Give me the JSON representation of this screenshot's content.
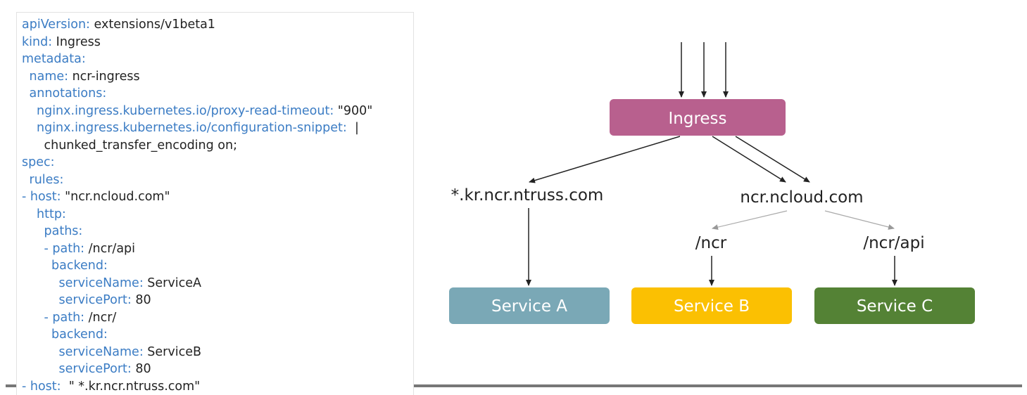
{
  "code": {
    "lines": [
      {
        "key": "apiVersion:",
        "value": " extensions/v1beta1",
        "indent": 0
      },
      {
        "key": "kind:",
        "value": " Ingress",
        "indent": 0
      },
      {
        "key": "metadata:",
        "value": "",
        "indent": 0
      },
      {
        "key": "name:",
        "value": " ncr-ingress",
        "indent": 1
      },
      {
        "key": "annotations:",
        "value": "",
        "indent": 1
      },
      {
        "key": "nginx.ingress.kubernetes.io/proxy-read-timeout:",
        "value": " \"900\"",
        "indent": 2
      },
      {
        "key": "nginx.ingress.kubernetes.io/configuration-snippet:",
        "value": "  |",
        "indent": 2
      },
      {
        "key": "",
        "value": "chunked_transfer_encoding on;",
        "indent": 3
      },
      {
        "key": "spec:",
        "value": "",
        "indent": 0
      },
      {
        "key": "rules:",
        "value": "",
        "indent": 1
      },
      {
        "key": "- host:",
        "value": " \"ncr.ncloud.com\"",
        "indent": 0
      },
      {
        "key": "http:",
        "value": "",
        "indent": 2
      },
      {
        "key": "paths:",
        "value": "",
        "indent": 3
      },
      {
        "key": "- path:",
        "value": " /ncr/api",
        "indent": 3
      },
      {
        "key": "backend:",
        "value": "",
        "indent": 4
      },
      {
        "key": "serviceName:",
        "value": " ServiceA",
        "indent": 5
      },
      {
        "key": "servicePort:",
        "value": " 80",
        "indent": 5
      },
      {
        "key": "- path:",
        "value": " /ncr/",
        "indent": 3
      },
      {
        "key": "backend:",
        "value": "",
        "indent": 4
      },
      {
        "key": "serviceName:",
        "value": " ServiceB",
        "indent": 5
      },
      {
        "key": "servicePort:",
        "value": " 80",
        "indent": 5
      },
      {
        "key": "- host:",
        "value": "  \" *.kr.ncr.ntruss.com\"",
        "indent": 0
      }
    ]
  },
  "diagram": {
    "ingress_label": "Ingress",
    "host_left": "*.kr.ncr.ntruss.com",
    "host_right": "ncr.ncloud.com",
    "path_ncr": "/ncr",
    "path_ncr_api": "/ncr/api",
    "service_a": "Service A",
    "service_b": "Service B",
    "service_c": "Service C",
    "colors": {
      "ingress": "#b8608e",
      "service_a": "#7aa8b6",
      "service_b": "#fbc002",
      "service_c": "#548235",
      "code_key": "#3b7cc4"
    }
  }
}
